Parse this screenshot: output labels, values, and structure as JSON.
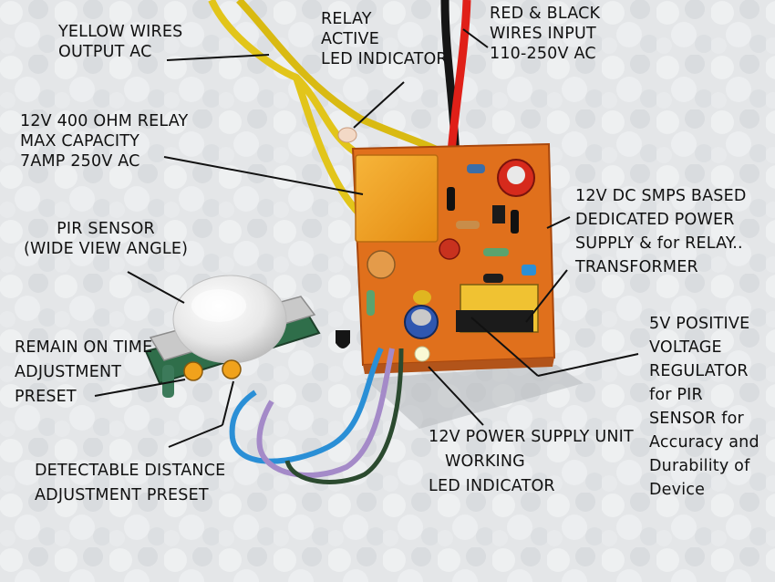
{
  "labels": {
    "yellow_wires": [
      "YELLOW WIRES",
      "OUTPUT AC"
    ],
    "relay_led": [
      "RELAY",
      "ACTIVE",
      "LED INDICATOR"
    ],
    "input_wires": [
      "RED & BLACK",
      "WIRES INPUT",
      "110-250V AC"
    ],
    "relay": [
      "12V 400 OHM RELAY",
      "MAX CAPACITY",
      "7AMP 250V AC"
    ],
    "smps": [
      "12V DC SMPS BASED",
      "DEDICATED POWER",
      "SUPPLY & for RELAY..",
      "TRANSFORMER"
    ],
    "pir_sensor": [
      "PIR SENSOR",
      "(WIDE VIEW ANGLE)"
    ],
    "regulator": [
      "5V POSITIVE",
      "VOLTAGE",
      "REGULATOR",
      "for PIR",
      "SENSOR for",
      "Accuracy and",
      "Durability of",
      "Device"
    ],
    "remain_on": [
      "REMAIN ON TIME",
      "ADJUSTMENT",
      "PRESET"
    ],
    "power_led": [
      "12V POWER SUPPLY UNIT",
      "WORKING",
      "LED INDICATOR"
    ],
    "distance": [
      "DETECTABLE DISTANCE",
      "ADJUSTMENT  PRESET"
    ]
  },
  "colors": {
    "background": "#e4e6e8",
    "pcb": "#e0701c",
    "relay_body": "#f2a01e",
    "wire_yellow": "#e2c51a",
    "wire_red": "#e02018",
    "wire_black": "#151515",
    "wire_blue": "#2a8fd6",
    "wire_purple": "#a48ac8"
  }
}
